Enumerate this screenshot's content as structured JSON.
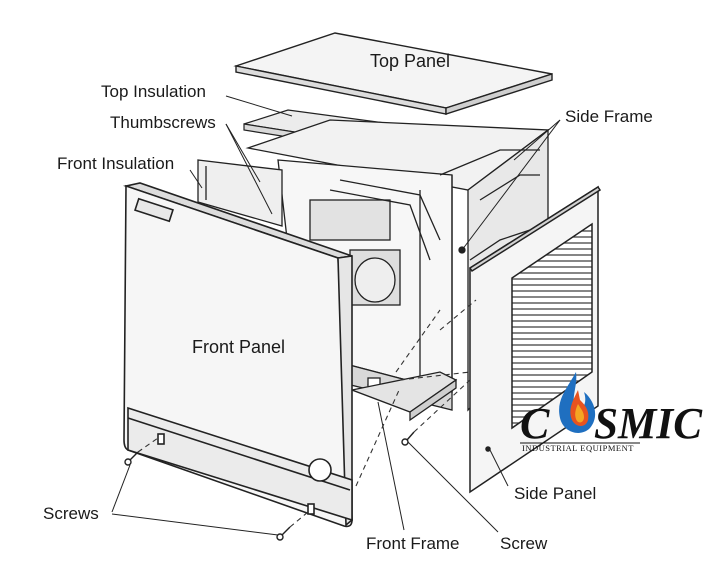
{
  "diagram": {
    "labels": {
      "top_panel": "Top Panel",
      "top_insulation": "Top Insulation",
      "thumbscrews": "Thumbscrews",
      "front_insulation": "Front Insulation",
      "side_frame": "Side Frame",
      "front_panel": "Front Panel",
      "side_panel": "Side Panel",
      "screws": "Screws",
      "front_frame": "Front Frame",
      "screw": "Screw"
    },
    "logo": {
      "left": "C",
      "right": "SMIC",
      "subtitle": "INDUSTRIAL EQUIPMENT",
      "flame_colors": [
        "#1f6fc0",
        "#e8531f",
        "#f5a623"
      ]
    }
  }
}
